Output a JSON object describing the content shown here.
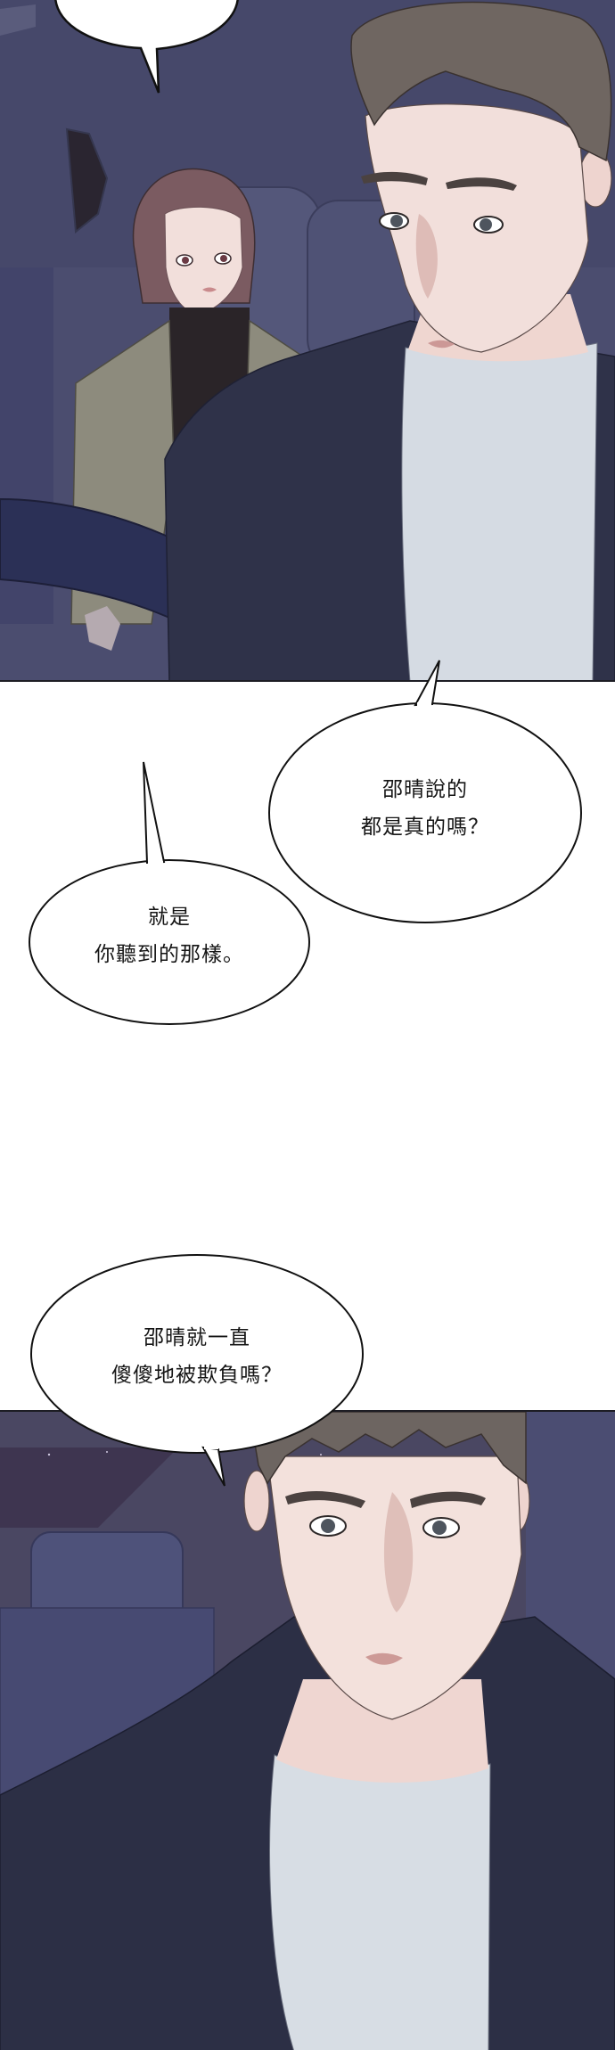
{
  "comic": {
    "panels": [
      {
        "id": "panel-1",
        "description": "Night car interior; woman in back seat, young man at steering wheel in front",
        "colors": {
          "background": "#4b4d6f",
          "man_hair": "#6f6661",
          "skin": "#f2dfdb",
          "woman_hair": "#7b5b61",
          "woman_jacket": "#8d8b7d",
          "turtleneck": "#2a2428",
          "man_jacket": "#2f3249",
          "tshirt": "#d5dbe3",
          "steering_wheel": "#2b3056"
        }
      },
      {
        "id": "panel-2",
        "description": "Close-up of young man in driver's seat at night",
        "colors": {
          "background": "#4a4762",
          "man_hair": "#6d6561",
          "skin": "#f3e1dc",
          "man_jacket": "#2c2f45",
          "tshirt": "#d7dde4"
        }
      }
    ],
    "bubbles": [
      {
        "id": "bubble-top",
        "lines": []
      },
      {
        "id": "bubble-right",
        "lines": [
          "邵晴說的",
          "都是真的嗎？"
        ]
      },
      {
        "id": "bubble-left",
        "lines": [
          "就是",
          "你聽到的那樣。"
        ]
      },
      {
        "id": "bubble-bottom",
        "lines": [
          "邵晴就一直",
          "傻傻地被欺負嗎？"
        ]
      }
    ]
  }
}
